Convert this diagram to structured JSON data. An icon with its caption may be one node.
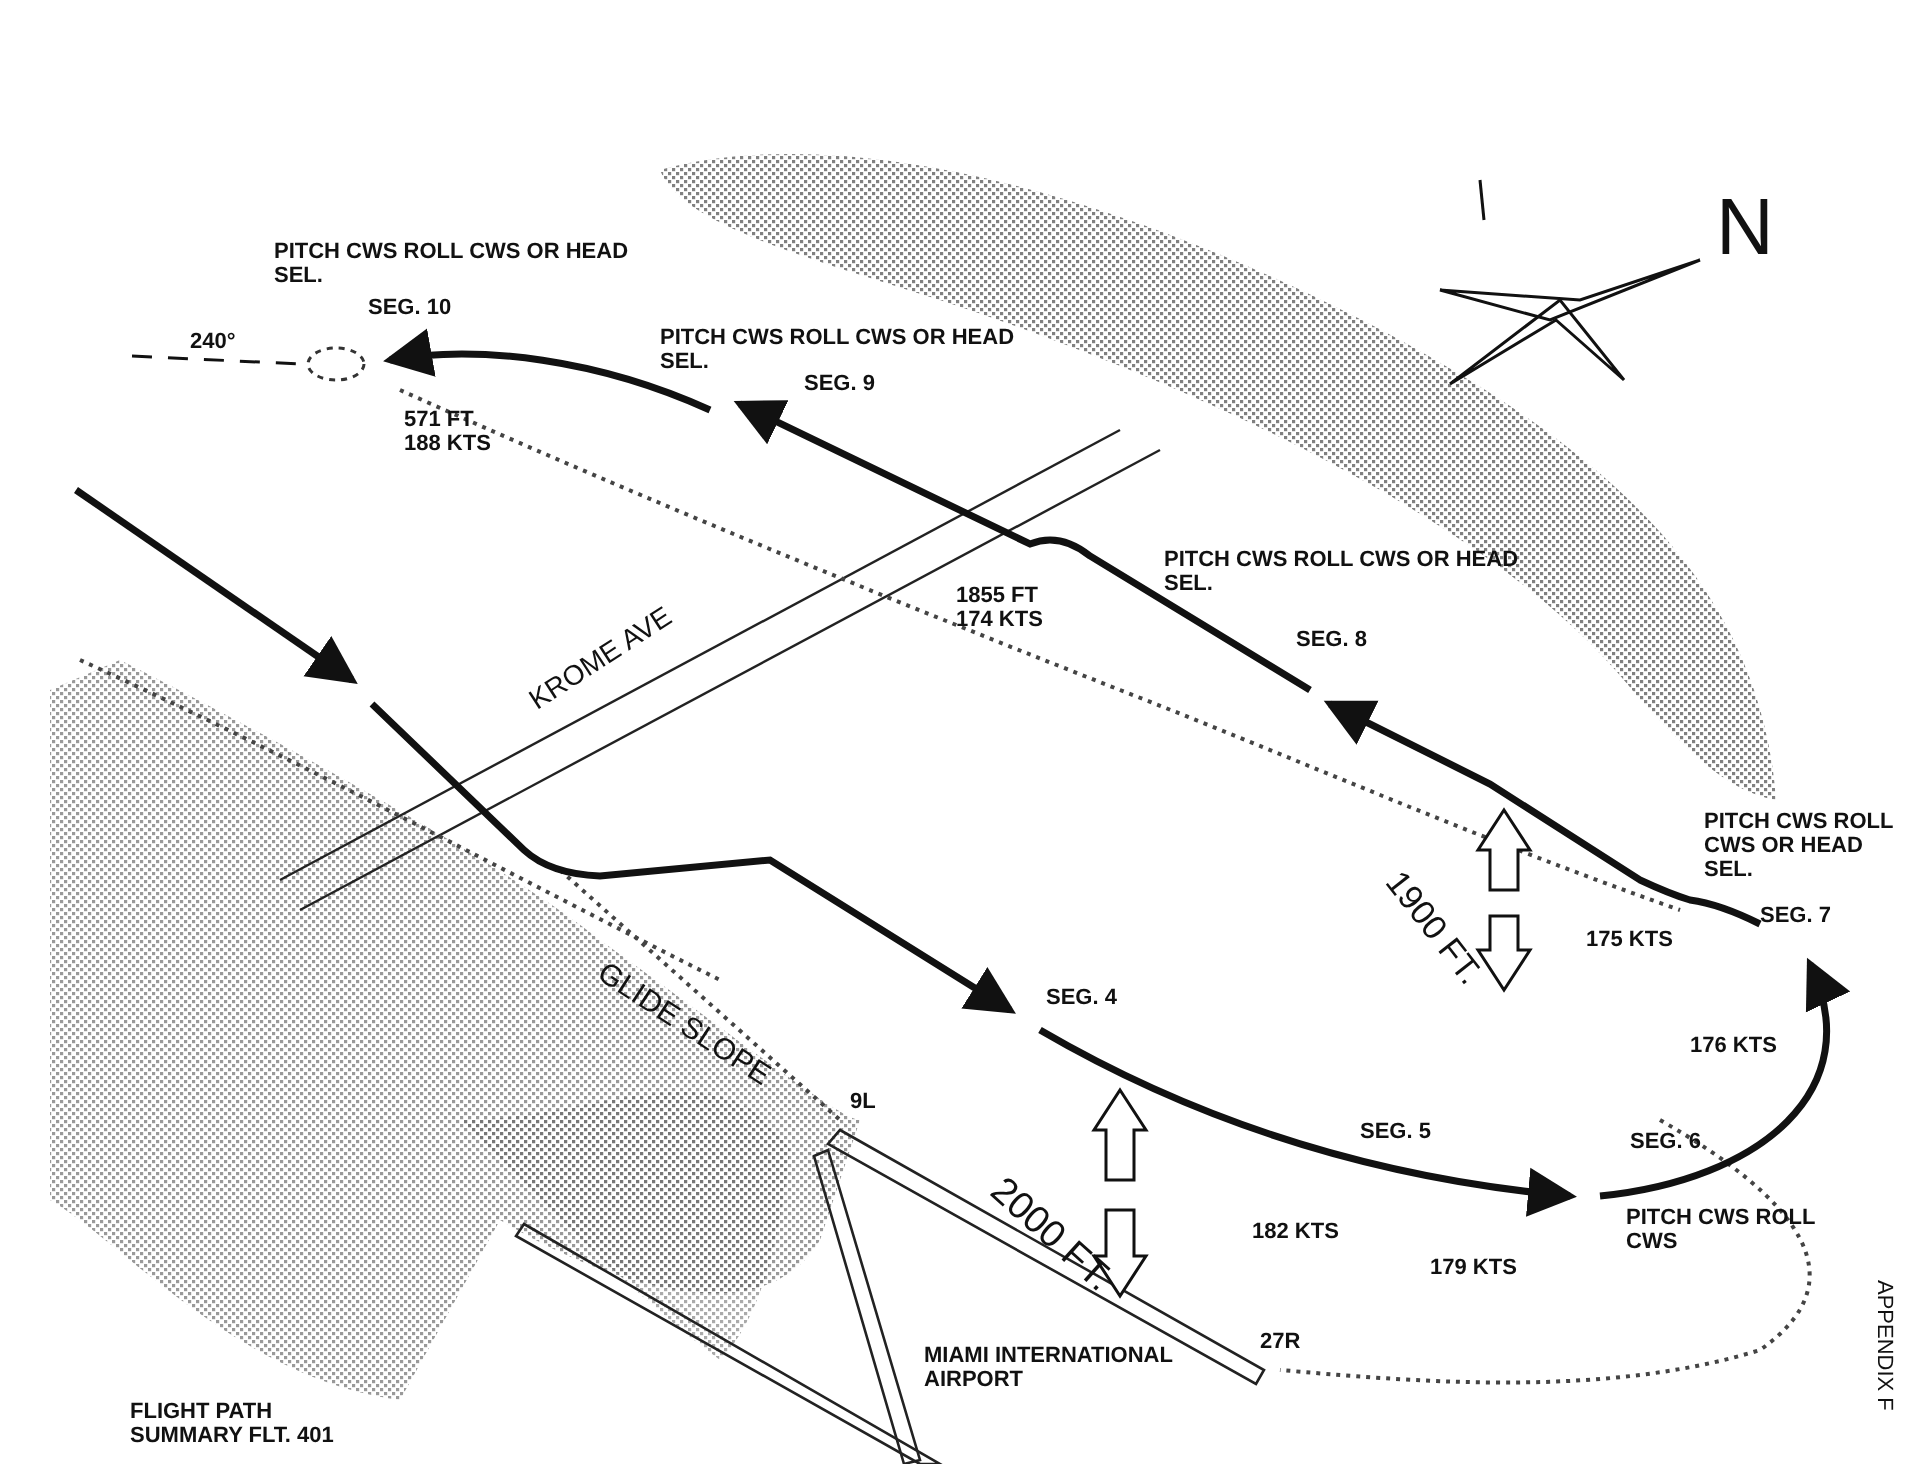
{
  "diagram": {
    "labels": [
      "PITCH CWS ROLL CWS OR HEAD SEL.",
      "SEG. 10",
      "N",
      "240°",
      "PITCH CWS ROLL CWS OR HEAD SEL.",
      "SEG. 9",
      "571 FT 188 KTS",
      "1855 FT 174 KTS",
      "PITCH CWS ROLL CWS OR HEAD SEL.",
      "SEG. 8",
      "KROME AVE",
      "1900 FT.",
      "PITCH CWS ROLL CWS OR HEAD SEL.",
      "175 KTS",
      "SEG. 7",
      "GLIDE SLOPE",
      "SEG. 4",
      "176 KTS",
      "2000 FT.",
      "9L",
      "SEG. 5",
      "SEG. 6",
      "182 KTS",
      "179 KTS",
      "PITCH CWS ROLL CWS",
      "APPENDIX F",
      "27R",
      "MIAMI INTERNATIONAL AIRPORT",
      "FLIGHT PATH SUMMARY FLT. 401"
    ]
  }
}
